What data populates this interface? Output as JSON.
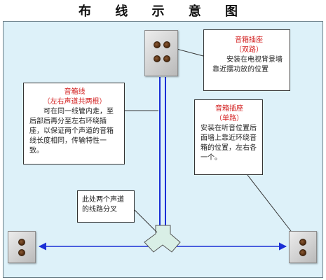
{
  "title": "布 线 示 意 图",
  "labels": {
    "center_double": {
      "heading": "音箱插座",
      "subheading": "（双路）",
      "text": "安装在电视背景墙靠近摆功放的位置"
    },
    "speaker_wire": {
      "heading": "音箱线",
      "subheading": "（左右声道共两根）",
      "text": "可在同一线管内走，至后部后再分至左右环绕插座，以保证两个声道的音箱线长度相同，传输特性一致。"
    },
    "rear_single": {
      "heading": "音箱插座",
      "subheading": "（单路）",
      "text": "安装在听音位置后面墙上靠近环绕音箱的位置，左右各一个。"
    },
    "split_point": {
      "text": "此处两个声道的线路分叉"
    }
  },
  "colors": {
    "wire_blue": "#1a2fd6",
    "label_red": "#d21d1d",
    "frame_fill": "#ddf1f9"
  }
}
